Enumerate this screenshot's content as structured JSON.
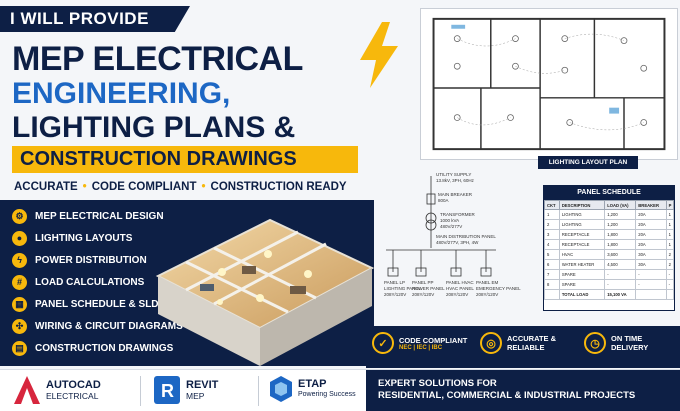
{
  "header": {
    "ribbon": "I WILL PROVIDE",
    "title_line1": "MEP ELECTRICAL",
    "title_line2": "ENGINEERING,",
    "title_line3": "LIGHTING PLANS &",
    "title_line4": "CONSTRUCTION DRAWINGS",
    "tagline": [
      "ACCURATE",
      "CODE COMPLIANT",
      "CONSTRUCTION READY"
    ]
  },
  "services": [
    {
      "label": "MEP ELECTRICAL DESIGN",
      "icon": "gear-icon"
    },
    {
      "label": "LIGHTING LAYOUTS",
      "icon": "bulb-icon"
    },
    {
      "label": "POWER DISTRIBUTION",
      "icon": "bolt-icon"
    },
    {
      "label": "LOAD CALCULATIONS",
      "icon": "calculator-icon"
    },
    {
      "label": "PANEL SCHEDULE & SLD",
      "icon": "panel-icon"
    },
    {
      "label": "WIRING & CIRCUIT DIAGRAMS",
      "icon": "wiring-icon"
    },
    {
      "label": "CONSTRUCTION DRAWINGS",
      "icon": "drawing-icon"
    }
  ],
  "plan": {
    "caption": "LIGHTING LAYOUT PLAN"
  },
  "sld": {
    "utility": [
      "UTILITY SUPPLY",
      "13.8kV, 3PH, 60Hz"
    ],
    "main_breaker": [
      "MAIN BREAKER",
      "800A"
    ],
    "transformer": [
      "TRANSFORMER",
      "1000 kVA",
      "480V/277V"
    ],
    "main_dist": [
      "MAIN DISTRIBUTION PANEL",
      "480V/277V, 3PH, 4W"
    ],
    "panels": [
      [
        "PANEL LP",
        "LIGHTING PANEL",
        "208Y/120V"
      ],
      [
        "PANEL PP",
        "POWER PANEL",
        "208Y/120V"
      ],
      [
        "PANEL HVAC",
        "HVAC PANEL",
        "208Y/120V"
      ],
      [
        "PANEL EM",
        "EMERGENCY PANEL",
        "208Y/120V"
      ]
    ]
  },
  "schedule": {
    "title": "PANEL SCHEDULE",
    "columns": [
      "CKT",
      "DESCRIPTION",
      "LOAD (VA)",
      "BREAKER",
      "P"
    ],
    "rows": [
      [
        "1",
        "LIGHTING",
        "1,200",
        "20A",
        "1"
      ],
      [
        "2",
        "LIGHTING",
        "1,200",
        "20A",
        "1"
      ],
      [
        "3",
        "RECEPTACLE",
        "1,800",
        "20A",
        "1"
      ],
      [
        "4",
        "RECEPTACLE",
        "1,800",
        "20A",
        "1"
      ],
      [
        "5",
        "HVAC",
        "3,600",
        "30A",
        "2"
      ],
      [
        "6",
        "WATER HEATER",
        "4,500",
        "30A",
        "2"
      ],
      [
        "7",
        "SPARE",
        "-",
        "-",
        "-"
      ],
      [
        "8",
        "SPARE",
        "-",
        "-",
        "-"
      ]
    ],
    "total": [
      "",
      "TOTAL LOAD",
      "15,100 VA",
      "",
      ""
    ]
  },
  "badges": [
    {
      "title": "CODE COMPLIANT",
      "sub": "NEC | IEC | IBC",
      "icon": "shield-check-icon"
    },
    {
      "title": "ACCURATE & RELIABLE",
      "sub": "",
      "icon": "target-icon"
    },
    {
      "title": "ON TIME DELIVERY",
      "sub": "",
      "icon": "clock-icon"
    }
  ],
  "footer": {
    "autocad": {
      "title": "AUTOCAD",
      "sub": "ELECTRICAL"
    },
    "revit": {
      "title": "REVIT",
      "sub": "MEP"
    },
    "etap": {
      "title": "ETAP",
      "sub": "Powering Success"
    },
    "expert_line1": "EXPERT SOLUTIONS FOR",
    "expert_line2": "RESIDENTIAL, COMMERCIAL & INDUSTRIAL PROJECTS"
  },
  "colors": {
    "navy": "#0d1f45",
    "accent": "#f7b80c",
    "blue": "#1d67c4"
  }
}
